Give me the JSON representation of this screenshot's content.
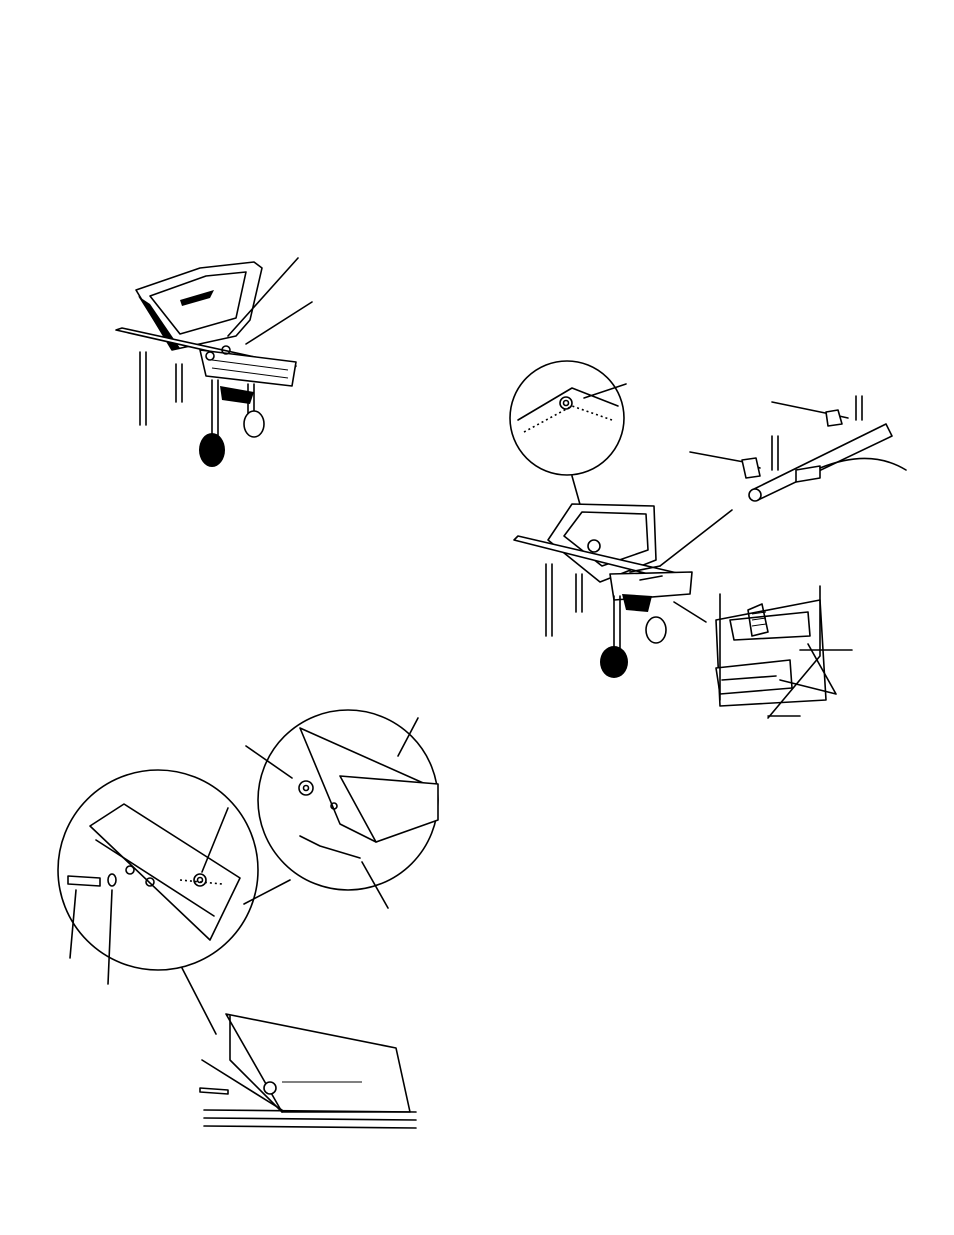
{
  "page": {
    "background": "#ffffff",
    "ink": "#000000"
  },
  "figures": [
    {
      "id": "cart-firebox-tilted",
      "icon": "grill-cart-illustration"
    },
    {
      "id": "burner-valve-installation",
      "icon": "burner-valve-illustration"
    },
    {
      "id": "firebox-bolt-assembly",
      "icon": "bolt-assembly-illustration"
    }
  ]
}
